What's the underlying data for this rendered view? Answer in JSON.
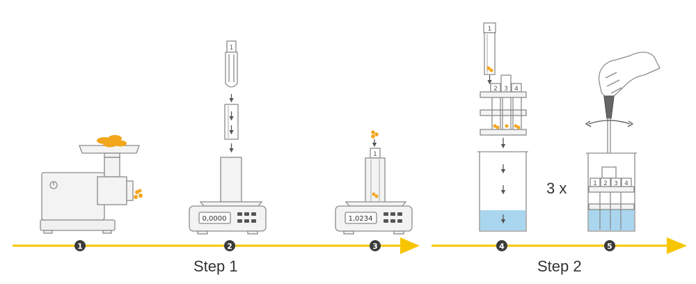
{
  "colors": {
    "timeline": "#f6c500",
    "marker": "#3a3a3a",
    "marker_text": "#ffffff",
    "outline": "#8a8a8a",
    "device_fill": "#eeeeee",
    "display_fill": "#f7f7f7",
    "sample": "#f2a61c",
    "liquid": "#a9d6ee"
  },
  "steps": [
    {
      "number": "1",
      "icon": "meat-grinder-icon"
    },
    {
      "number": "2",
      "icon": "balance-tare-icon"
    },
    {
      "number": "3",
      "icon": "balance-weigh-sample-icon"
    },
    {
      "number": "4",
      "icon": "tubes-into-beaker-icon"
    },
    {
      "number": "5",
      "icon": "hand-rotate-rack-icon"
    }
  ],
  "balance_readings": [
    "0,0000",
    "1,0234"
  ],
  "tube_labels": {
    "single": "1",
    "rack": [
      "2",
      "3",
      "4"
    ],
    "beaker_rack": [
      "1",
      "2",
      "3",
      "4"
    ]
  },
  "group_labels": {
    "step1": "Step 1",
    "step2": "Step 2"
  },
  "repeat_label": "3 x"
}
